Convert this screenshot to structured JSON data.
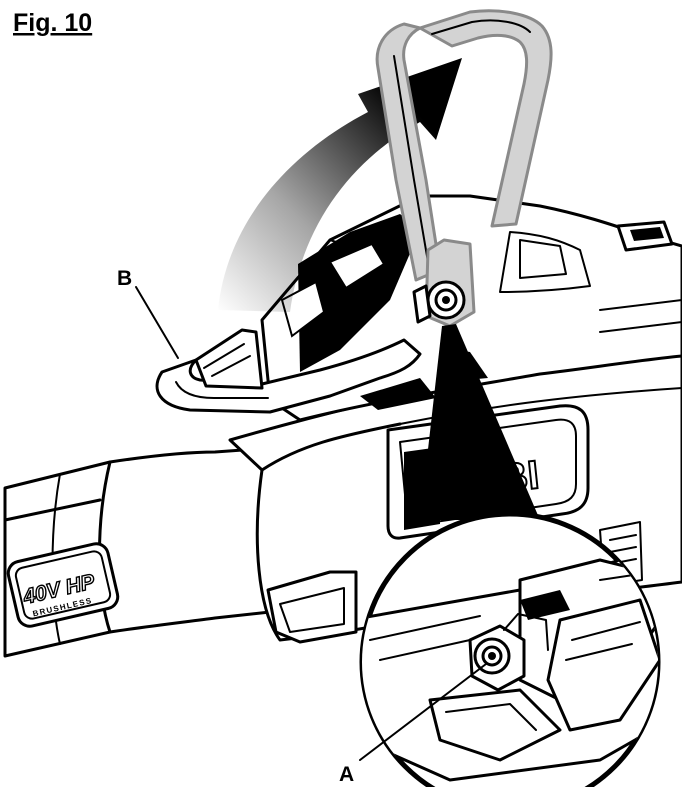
{
  "figure": {
    "title": "Fig. 10",
    "callouts": {
      "a": "A",
      "b": "B"
    }
  },
  "product": {
    "badge_main": "40V HP",
    "badge_sub": "BRUSHLESS",
    "brand_fragment": "OBI"
  },
  "colors": {
    "ink": "#000000",
    "paper": "#ffffff",
    "handle_grey": "#d3d3d3",
    "handle_outline": "#8a8a8a"
  },
  "icons": {
    "rotation_arrow": "curved-arrow-icon"
  }
}
